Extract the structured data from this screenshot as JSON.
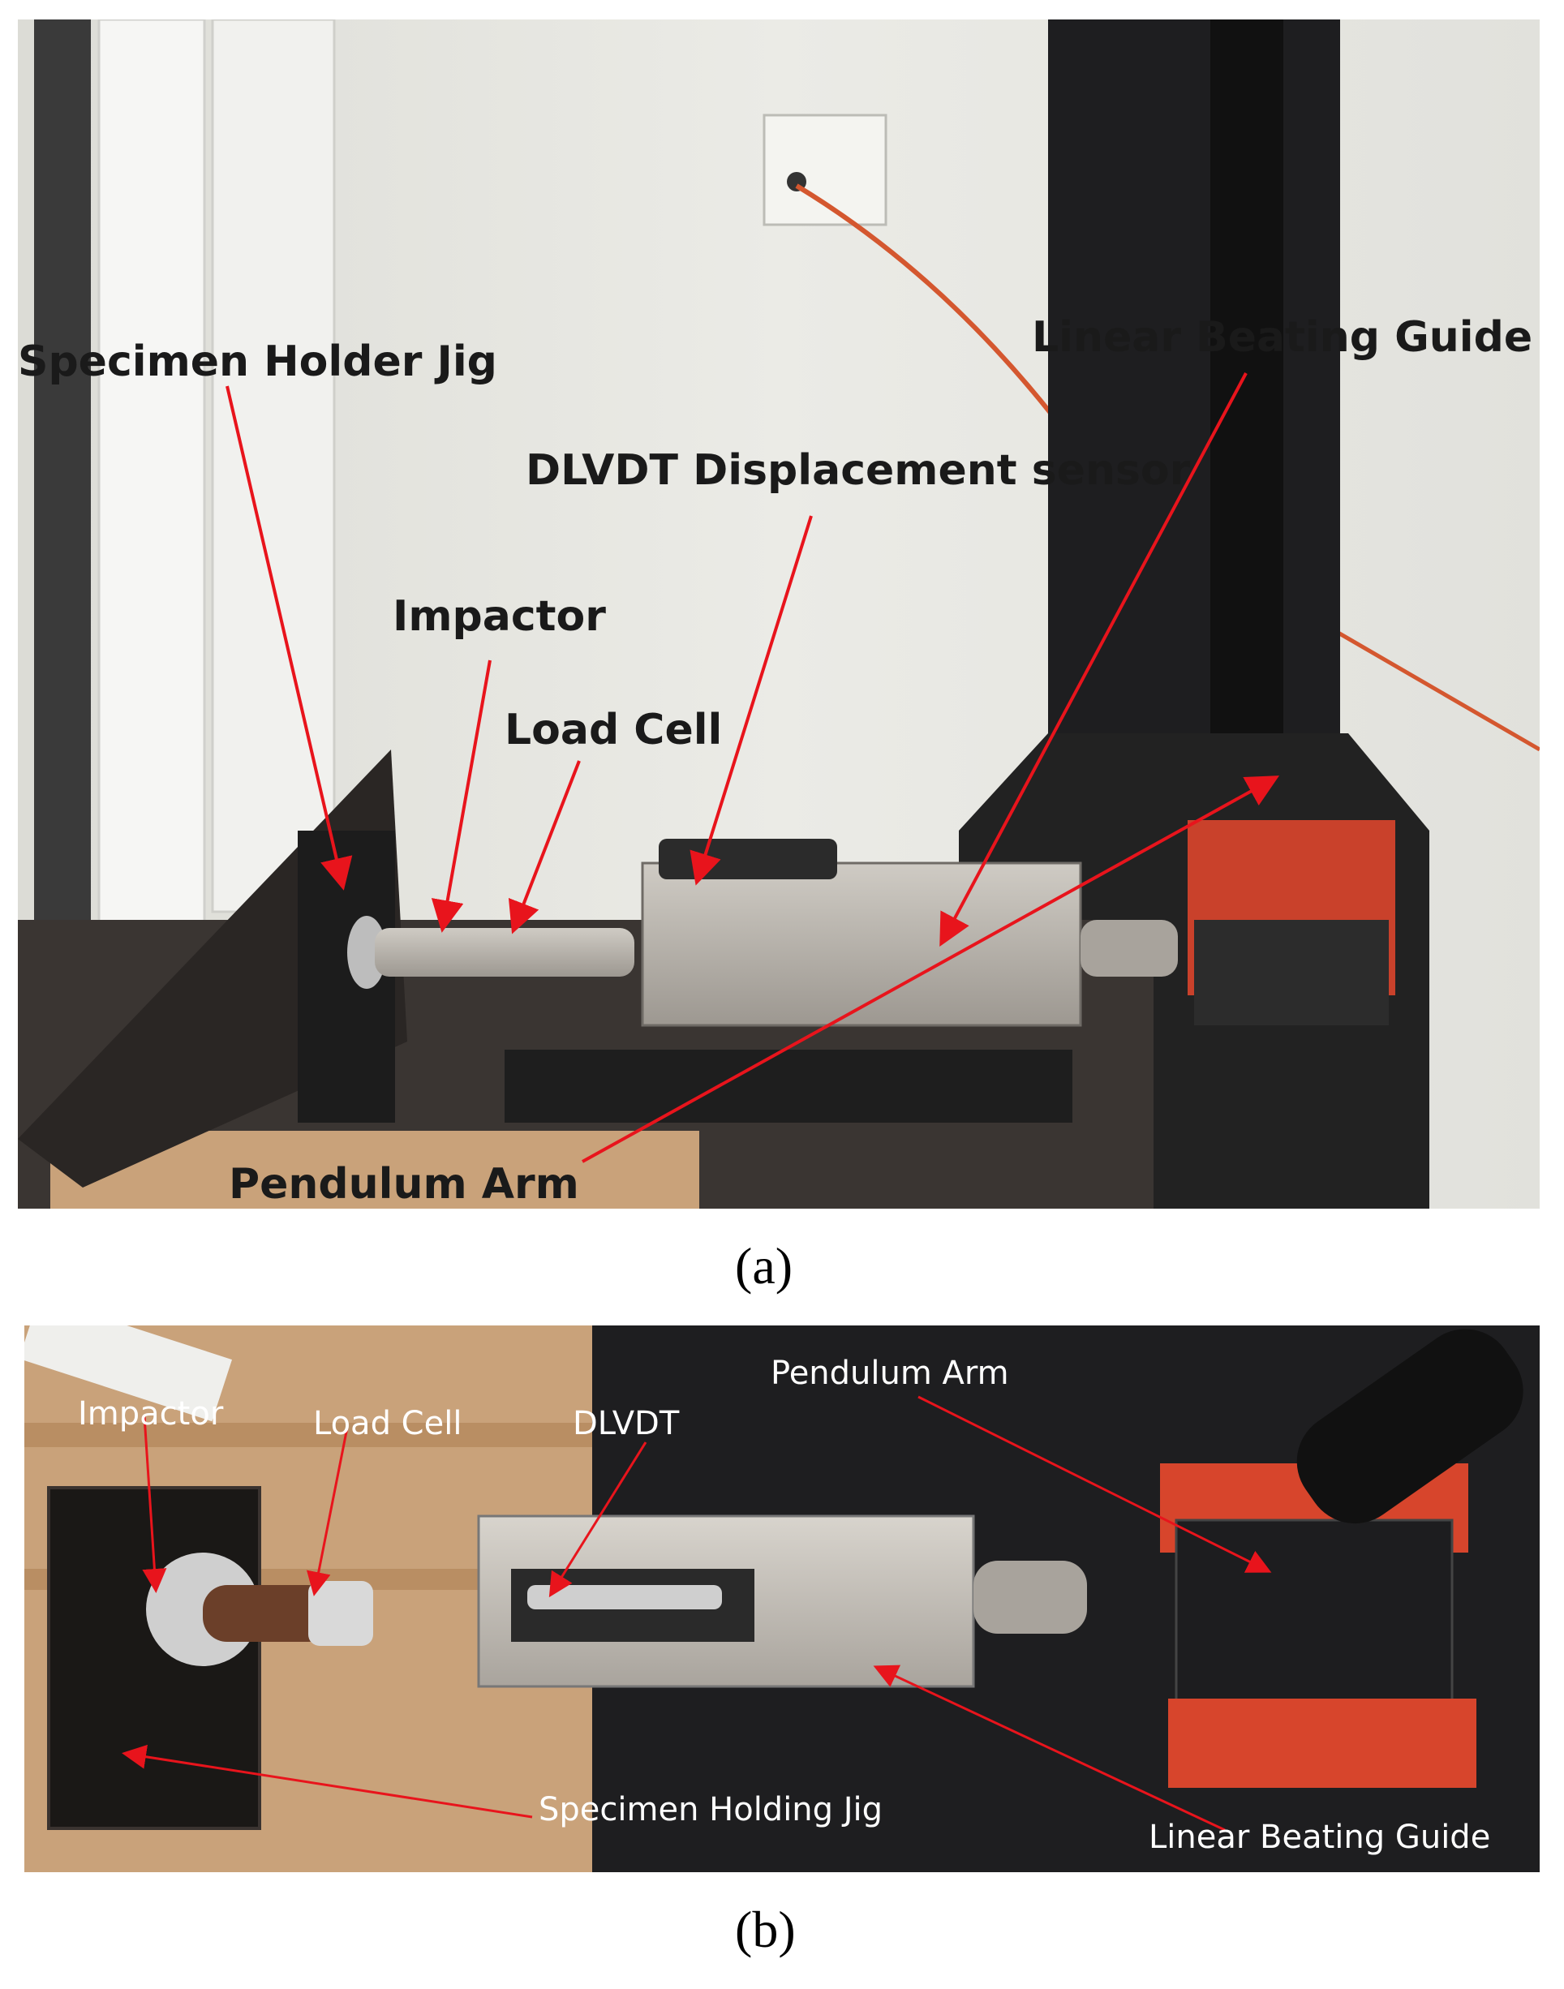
{
  "panel_a": {
    "labels": {
      "specimen_holder_jig": "Specimen Holder Jig",
      "linear_bearing_guide": "Linear Beating Guide",
      "dlvdt_sensor": "DLVDT Displacement sensor",
      "impactor": "Impactor",
      "load_cell": "Load Cell",
      "pendulum_arm": "Pendulum Arm"
    },
    "caption": "(a)"
  },
  "panel_b": {
    "labels": {
      "pendulum_arm": "Pendulum Arm",
      "impactor": "Impactor",
      "load_cell": "Load Cell",
      "dlvdt": "DLVDT",
      "specimen_holding_jig": "Specimen Holding Jig",
      "linear_bearing_guide": "Linear Beating Guide"
    },
    "caption": "(b)"
  },
  "colors": {
    "arrow": "#e8141c",
    "wall": "#e6e6e2",
    "machine_dark": "#1d1d1f",
    "steel": "#b9b5ae",
    "orange_block": "#d7452c",
    "wood": "#c9a27a"
  }
}
